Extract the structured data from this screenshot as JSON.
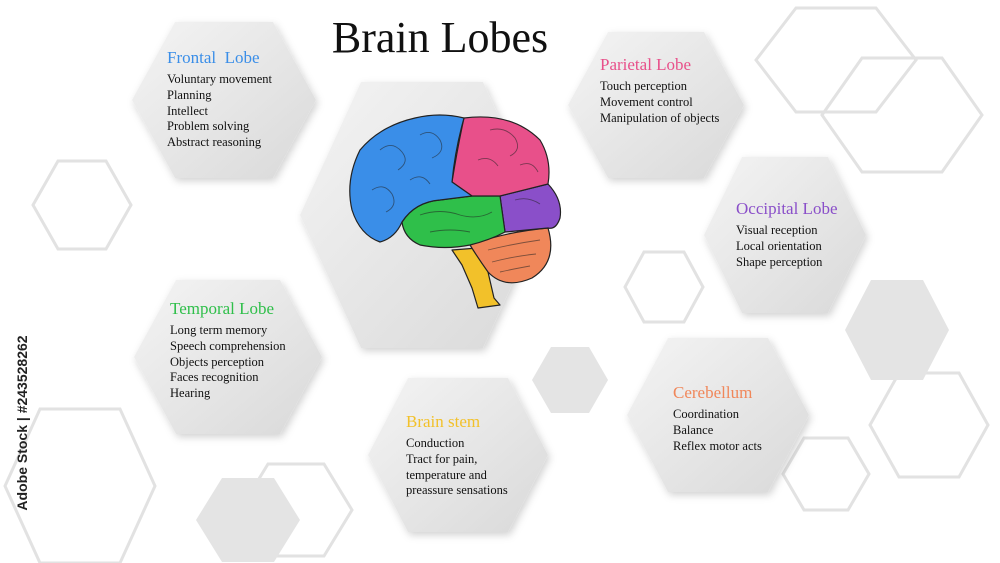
{
  "title": "Brain Lobes",
  "lobes": {
    "frontal": {
      "name": "Frontal  Lobe",
      "color": "#3a8ee8",
      "items": [
        "Voluntary movement",
        "Planning",
        "Intellect",
        "Problem solving",
        "Abstract reasoning"
      ]
    },
    "parietal": {
      "name": "Parietal Lobe",
      "color": "#e8508a",
      "items": [
        "Touch perception",
        "Movement control",
        "Manipulation of objects"
      ]
    },
    "occipital": {
      "name": "Occipital Lobe",
      "color": "#8a4fc9",
      "items": [
        "Visual reception",
        "Local orientation",
        "Shape perception"
      ]
    },
    "temporal": {
      "name": "Temporal Lobe",
      "color": "#2fbf4a",
      "items": [
        "Long term memory",
        "Speech comprehension",
        "Objects perception",
        "Faces recognition",
        "Hearing"
      ]
    },
    "brainstem": {
      "name": "Brain stem",
      "color": "#f2c12a",
      "items": [
        "Conduction",
        "Tract for pain,",
        "temperature and",
        "preassure sensations"
      ]
    },
    "cerebellum": {
      "name": "Cerebellum",
      "color": "#f0875a",
      "items": [
        "Coordination",
        "Balance",
        "Reflex motor acts"
      ]
    }
  },
  "watermark": "Adobe Stock | #243528262"
}
